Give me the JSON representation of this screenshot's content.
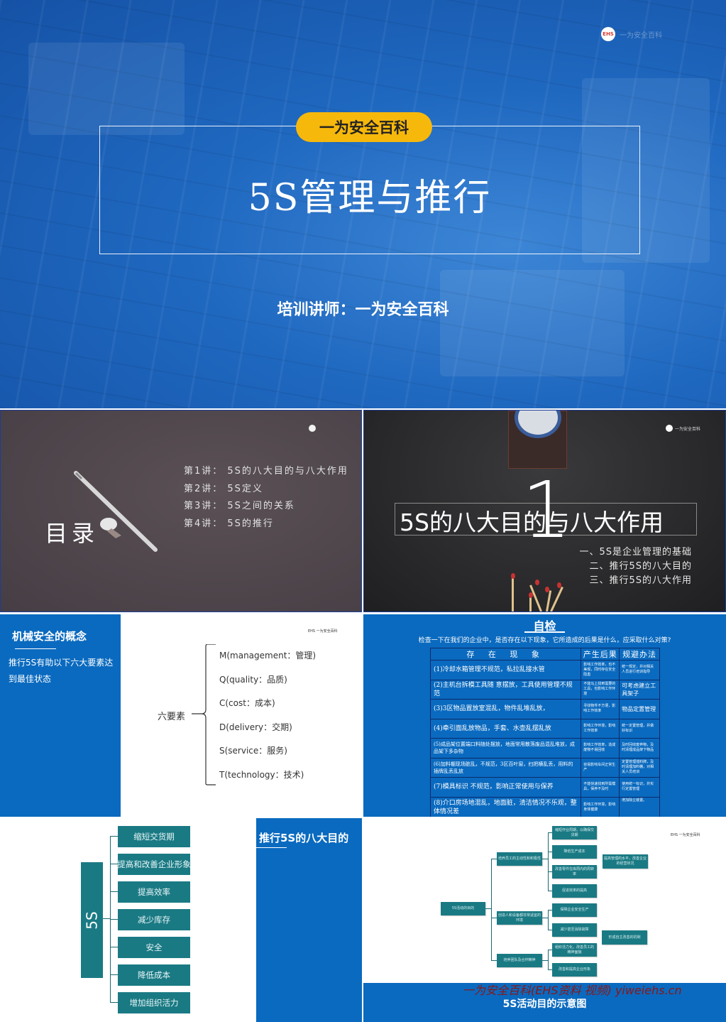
{
  "cover": {
    "logo_text": "一为安全百科",
    "logo_badge": "EHS",
    "pill_label": "一为安全百科",
    "title": "5S管理与推行",
    "lecturer": "培训讲师：一为安全百科"
  },
  "toc": {
    "heading": "目录",
    "items": [
      "第1讲： 5S的八大目的与八大作用",
      "第2讲： 5S定义",
      "第3讲： 5S之间的关系",
      "第4讲： 5S的推行"
    ]
  },
  "section1": {
    "number": "1",
    "logo_text": "一为安全百科",
    "title": "5S的八大目的与八大作用",
    "items": [
      "一、5S是企业管理的基础",
      "二、推行5S的八大目的",
      "三、推行5S的八大作用"
    ]
  },
  "six_elements": {
    "side_title": "机械安全的概念",
    "side_text": "推行5S有助以下六大要素达到最佳状态",
    "logo_text": "EHS 一为安全百科",
    "center_label": "六要素",
    "items": [
      "M(management：管理)",
      "Q(quality：品质)",
      "C(cost：成本)",
      "D(delivery：交期)",
      "S(service：服务)",
      "T(technology：技术)"
    ]
  },
  "self_check": {
    "title": "自检",
    "subtitle": "检查一下在我们的企业中，是否存在以下现象，它所造成的后果是什么，应采取什么对策?",
    "headers": [
      "存 在 现 象",
      "产生后果",
      "规避办法"
    ],
    "rows": [
      {
        "phenomenon": "(1)冷却水箱管理不规范，私拉乱接水管",
        "consequence": "影响工作效率，也不美观，同时存在安全隐患",
        "solution": "统一规定，并对相关人员进行培训指导"
      },
      {
        "phenomenon": "(2)主机台拆模工具随 意摆放，工具使用管理不规范",
        "consequence": "不能马上找到需要的工具，也影响工作环境",
        "solution": "可考虑建立工具架子"
      },
      {
        "phenomenon": "(3)3区物品置放室混乱，物件乱堆乱放，",
        "consequence": "寻找物件不方便，影响工作效率",
        "solution": "物品定置管理"
      },
      {
        "phenomenon": "(4)牵引面乱放物品，手套、水壶乱摆乱放",
        "consequence": "影响工作环境，影响工作效率",
        "solution": "统一定置管理，并做好标识"
      },
      {
        "phenomenon": "(5)成品架位置端口料随处摆放，地面常用散落废品混乱堆放，成品架下多杂物",
        "consequence": "影响工作效率，造成废物不易回收",
        "solution": "及时回收废弃物，及时清理成品架下物品"
      },
      {
        "phenomenon": "(6)加料棚现场脏乱，不规范，3区百叶窗，扫把横乱丢，用料的插牌乱丢乱放",
        "consequence": "容易影响车间正常生产",
        "solution": "定置管理插料牌，及时清理加料棚，对相关人员培训"
      },
      {
        "phenomenon": "(7)模具标识 不规范，影响正常使用与保养",
        "consequence": "不能快速找到所需模具，保养不及时",
        "solution": "使用统一标识，并实行定置管理"
      },
      {
        "phenomenon": "(8)介口房场地混乱，地面脏，清洁情况不乐观，整体情况差",
        "consequence": "影响工作环境，影响身体健康",
        "solution": "增加除尘装置。"
      }
    ]
  },
  "eight_goals": {
    "root": "5S",
    "panel_title": "推行5S的八大目的",
    "items": [
      "缩短交货期",
      "提高和改善企业形象",
      "提高效率",
      "减少库存",
      "安全",
      "降低成本",
      "增加组织活力"
    ]
  },
  "diagram": {
    "logo_text": "EHS 一为安全百科",
    "root": "5S活动的目的",
    "mid": [
      "培养员工的主动性和积极性",
      "创造人和设备都非常适宜的环境",
      "培养团队及合作精神"
    ],
    "leaves": [
      "缩短作业周期，以确保交货期",
      "降低生产成本",
      "改善零件在库周内的周转率",
      "促进效率的提高",
      "保障企业安全生产",
      "减少甚至消除故障",
      "组织活力化，改善员工的精神面貌",
      "改善和提高企业形象"
    ],
    "outcomes": [
      "提高管理的水平，改善企业的经营状况",
      "形成自主改善的机制"
    ],
    "watermark": "一为安全百科(EHS资料 视频) yiweiehs.cn",
    "footer_title": "5S活动目的示意图"
  }
}
